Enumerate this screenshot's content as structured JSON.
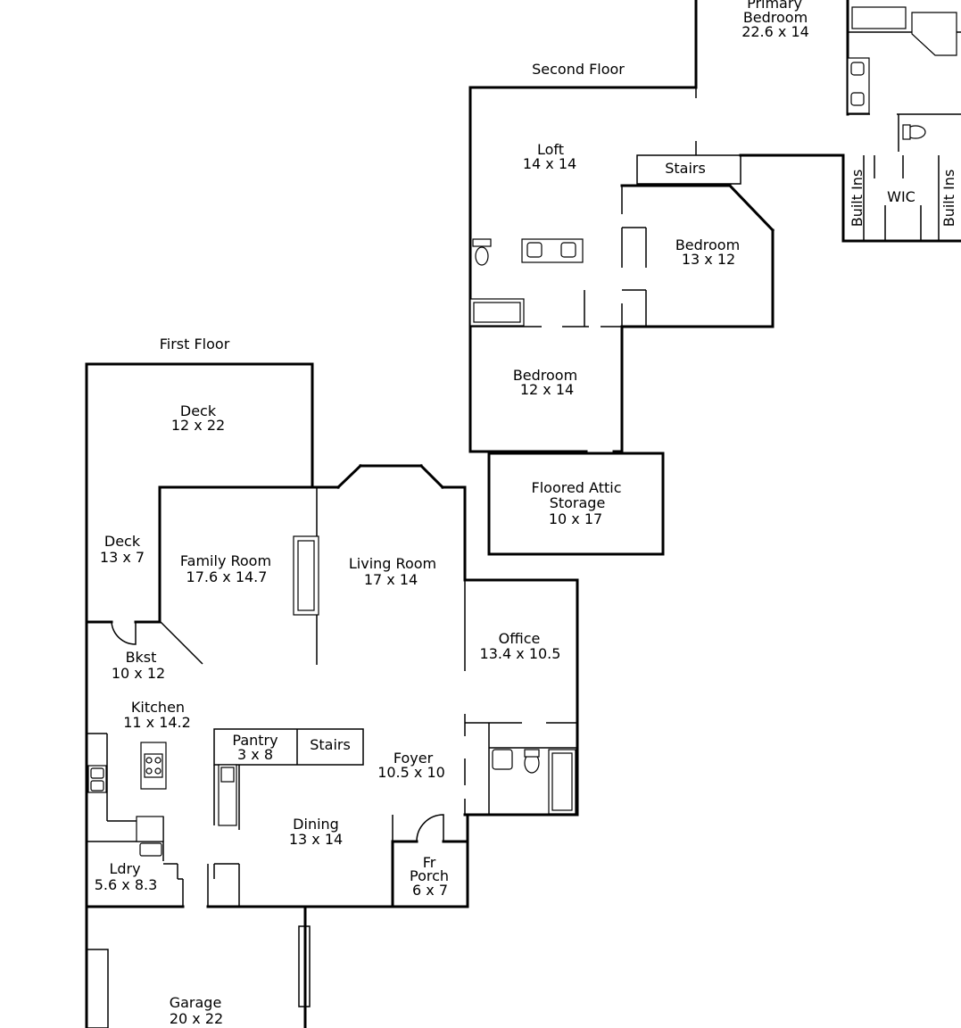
{
  "floors": {
    "first": "First Floor",
    "second": "Second Floor"
  },
  "rooms": {
    "primary_bedroom": {
      "name_1": "Primary",
      "name_2": "Bedroom",
      "dims": "22.6 x 14"
    },
    "loft": {
      "name": "Loft",
      "dims": "14 x 14"
    },
    "stairs_upper": {
      "name": "Stairs"
    },
    "bedroom_east": {
      "name": "Bedroom",
      "dims": "13 x 12"
    },
    "bedroom_south": {
      "name": "Bedroom",
      "dims": "12 x 14"
    },
    "attic": {
      "name_1": "Floored Attic",
      "name_2": "Storage",
      "dims": "10 x 17"
    },
    "wic": {
      "name": "WIC"
    },
    "built_ins_left": {
      "name": "Built Ins"
    },
    "built_ins_right": {
      "name": "Built Ins"
    },
    "deck_large": {
      "name": "Deck",
      "dims": "12 x 22"
    },
    "deck_small": {
      "name": "Deck",
      "dims": "13 x 7"
    },
    "family_room": {
      "name": "Family Room",
      "dims": "17.6 x 14.7"
    },
    "living_room": {
      "name": "Living Room",
      "dims": "17 x 14"
    },
    "office": {
      "name": "Office",
      "dims": "13.4 x 10.5"
    },
    "bkst": {
      "name": "Bkst",
      "dims": "10 x 12"
    },
    "kitchen": {
      "name": "Kitchen",
      "dims": "11 x 14.2"
    },
    "pantry": {
      "name": "Pantry",
      "dims": "3 x 8"
    },
    "stairs_lower": {
      "name": "Stairs"
    },
    "foyer": {
      "name": "Foyer",
      "dims": "10.5 x 10"
    },
    "dining": {
      "name": "Dining",
      "dims": "13 x 14"
    },
    "porch": {
      "name_1": "Fr",
      "name_2": "Porch",
      "dims": "6 x 7"
    },
    "laundry": {
      "name": "Ldry",
      "dims": "5.6 x 8.3"
    },
    "garage": {
      "name": "Garage",
      "dims": "20 x 22"
    }
  }
}
